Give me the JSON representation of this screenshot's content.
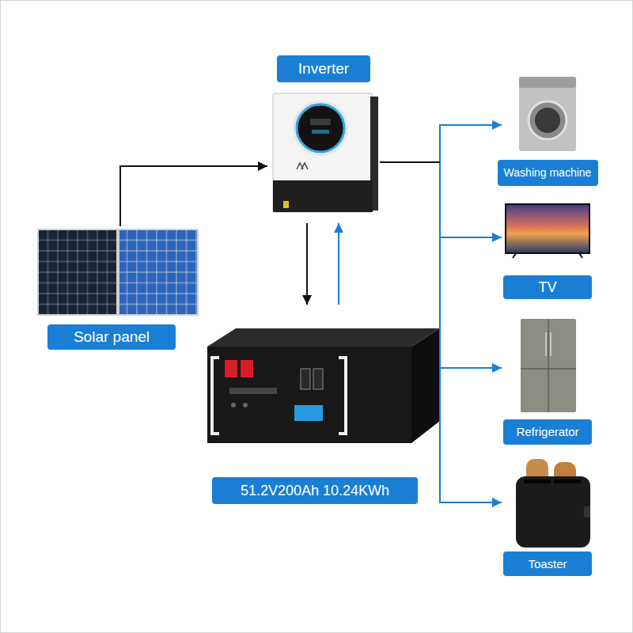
{
  "diagram": {
    "nodes": [
      {
        "text": [
          "Inverter"
        ]
      },
      {
        "text": [
          "Solar panel"
        ]
      },
      {
        "text": [
          "51.2V200Ah 10.24KWh"
        ]
      },
      {
        "text": [
          "Washing machine"
        ]
      },
      {
        "text": [
          "TV"
        ]
      },
      {
        "text": [
          "Refrigerator"
        ]
      },
      {
        "text": [
          "Toaster"
        ]
      }
    ],
    "edges": [
      {
        "from": 1,
        "to": 0,
        "arrow": "to"
      },
      {
        "from": 0,
        "to": 2,
        "arrow": "to"
      },
      {
        "from": 2,
        "to": 0,
        "arrow": "to"
      },
      {
        "from": 0,
        "to": 3,
        "arrow": "to"
      },
      {
        "from": 0,
        "to": 4,
        "arrow": "to"
      },
      {
        "from": 0,
        "to": 5,
        "arrow": "to"
      },
      {
        "from": 0,
        "to": 6,
        "arrow": "to"
      }
    ]
  }
}
